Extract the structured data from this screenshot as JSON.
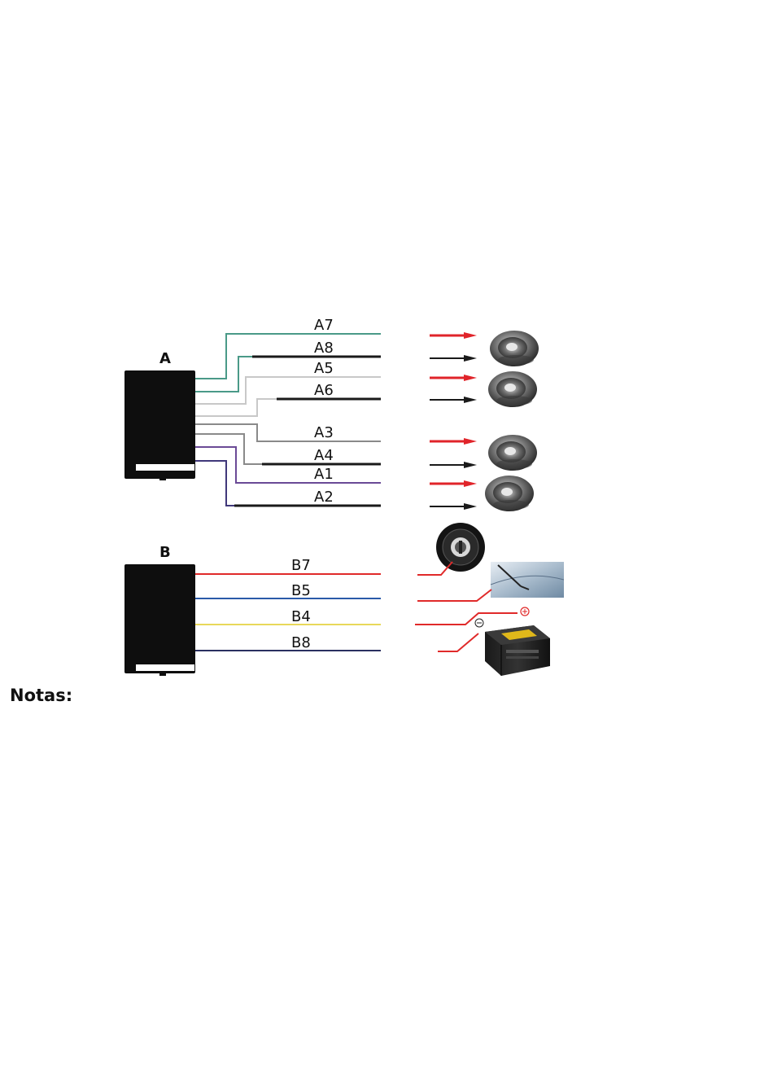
{
  "connectors": {
    "a": {
      "label": "A"
    },
    "b": {
      "label": "B"
    }
  },
  "wires_a": [
    {
      "label": "A7",
      "color": "#4a9a88"
    },
    {
      "label": "A8",
      "color": "#1a1a1a",
      "stripe": "#4a9a88"
    },
    {
      "label": "A5",
      "color": "#c8c8c8"
    },
    {
      "label": "A6",
      "color": "#1a1a1a",
      "stripe": "#c8c8c8"
    },
    {
      "label": "A3",
      "color": "#8a8a8a"
    },
    {
      "label": "A4",
      "color": "#1a1a1a",
      "stripe": "#8a8a8a"
    },
    {
      "label": "A1",
      "color": "#6a4a96"
    },
    {
      "label": "A2",
      "color": "#1a1a1a",
      "stripe": "#40387a"
    }
  ],
  "wires_b": [
    {
      "label": "B7",
      "color": "#e02a2a"
    },
    {
      "label": "B5",
      "color": "#2a5aa8"
    },
    {
      "label": "B4",
      "color": "#e8d85a"
    },
    {
      "label": "B8",
      "color": "#2a3060"
    }
  ],
  "icons": {
    "speaker": "speaker-icon",
    "ignition": "ignition-switch-icon",
    "antenna": "antenna-icon",
    "battery": "battery-icon"
  },
  "arrow_colors": {
    "positive": "#e0242a",
    "negative": "#1a1a1a"
  },
  "notes": {
    "label": "Notas:"
  }
}
